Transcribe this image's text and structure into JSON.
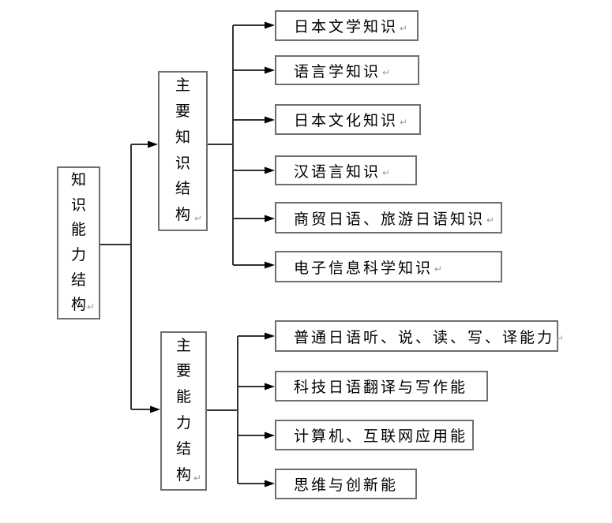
{
  "diagram": {
    "description": "knowledge-and-ability structure tree diagram",
    "return_mark_glyph": "↵",
    "colors": {
      "background": "#ffffff",
      "box_border": "#6f6f6f",
      "connector_line": "#333333",
      "arrowhead": "#000000",
      "text": "#000000",
      "paragraph_mark": "#9a9a9a"
    }
  },
  "nodes": {
    "root": {
      "label": "知识能力结构",
      "mark": "↵"
    },
    "knowledge": {
      "label": "主要知识结构",
      "mark": "↵"
    },
    "ability": {
      "label": "主要能力结构",
      "mark": "↵"
    },
    "knowledge_items": [
      {
        "label": "日本文学知识",
        "mark": "↵"
      },
      {
        "label": "语言学知识",
        "mark": "↵"
      },
      {
        "label": "日本文化知识",
        "mark": "↵"
      },
      {
        "label": "汉语言知识",
        "mark": "↵"
      },
      {
        "label": "商贸日语、旅游日语知识",
        "mark": "↵"
      },
      {
        "label": "电子信息科学知识",
        "mark": "↵"
      }
    ],
    "ability_items": [
      {
        "label": "普通日语听、说、读、写、译能力",
        "mark": "↵"
      },
      {
        "label": "科技日语翻译与写作能"
      },
      {
        "label": "计算机、互联网应用能"
      },
      {
        "label": "思维与创新能"
      }
    ]
  }
}
